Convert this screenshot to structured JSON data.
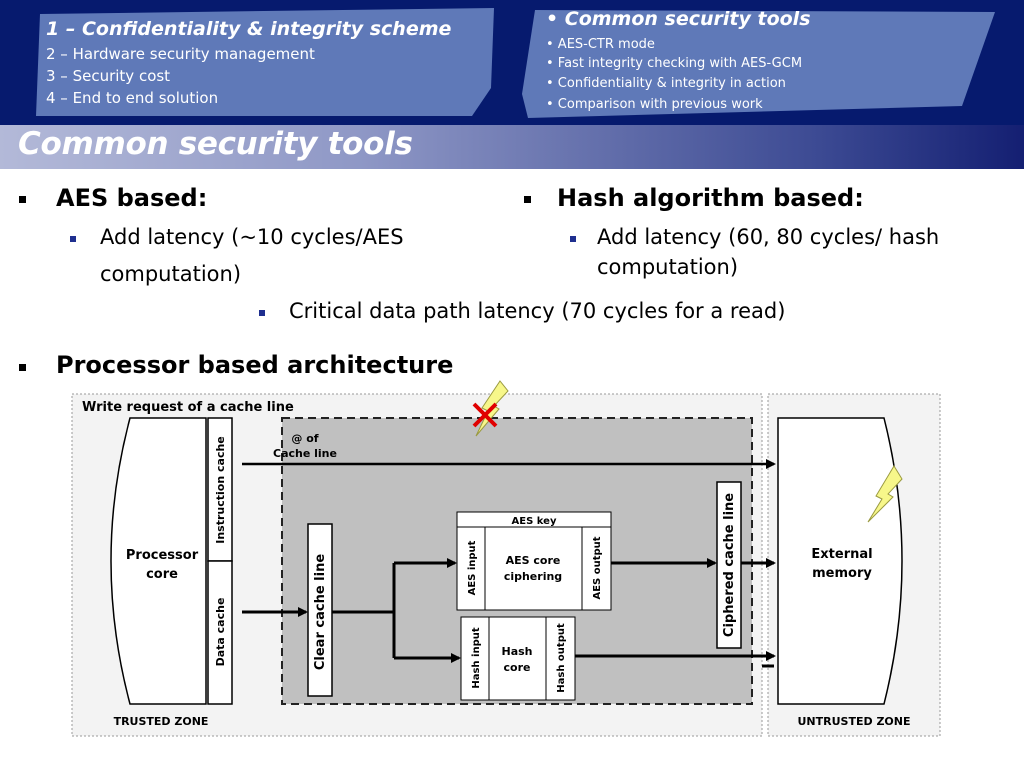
{
  "agenda_left": {
    "items": [
      "1 – Confidentiality & integrity scheme",
      "2 – Hardware security management",
      "3 – Security cost",
      "4 – End to end solution"
    ]
  },
  "agenda_right": {
    "heading": "• Common security tools",
    "items": [
      "• AES-CTR mode",
      "• Fast integrity checking with AES-GCM",
      "• Confidentiality & integrity in action",
      "• Comparison with previous work"
    ]
  },
  "page_title": "Common security tools",
  "content": {
    "aes_heading": "AES based:",
    "aes_sub_line1": "Add latency (~10 cycles/AES",
    "aes_sub_line2": "computation)",
    "hash_heading": "Hash algorithm based:",
    "hash_sub_line1": "Add latency (60, 80 cycles/ hash",
    "hash_sub_line2": "computation)",
    "critical_path": "Critical data path latency (70 cycles for a read)",
    "processor_heading": "Processor based architecture"
  },
  "diagram": {
    "write_request": "Write request of a cache line",
    "address_label_line1": "@ of",
    "address_label_line2": "Cache line",
    "processor_core_line1": "Processor",
    "processor_core_line2": "core",
    "instruction_cache": "Instruction cache",
    "data_cache": "Data cache",
    "clear_cache_line": "Clear cache line",
    "aes_key": "AES key",
    "aes_input": "AES input",
    "aes_core_line1": "AES core",
    "aes_core_line2": "ciphering",
    "aes_output": "AES output",
    "hash_input": "Hash input",
    "hash_core_line1": "Hash",
    "hash_core_line2": "core",
    "hash_output": "Hash output",
    "ciphered_cache_line": "Ciphered cache line",
    "external_memory_line1": "External",
    "external_memory_line2": "memory",
    "trusted_zone": "TRUSTED ZONE",
    "untrusted_zone": "UNTRUSTED ZONE"
  },
  "colors": {
    "header_navy": "#061a6e",
    "agenda_panel": "#5f79b8",
    "trusted_fill": "#c0c0c0",
    "bullet_blue": "#1f2f8f"
  }
}
